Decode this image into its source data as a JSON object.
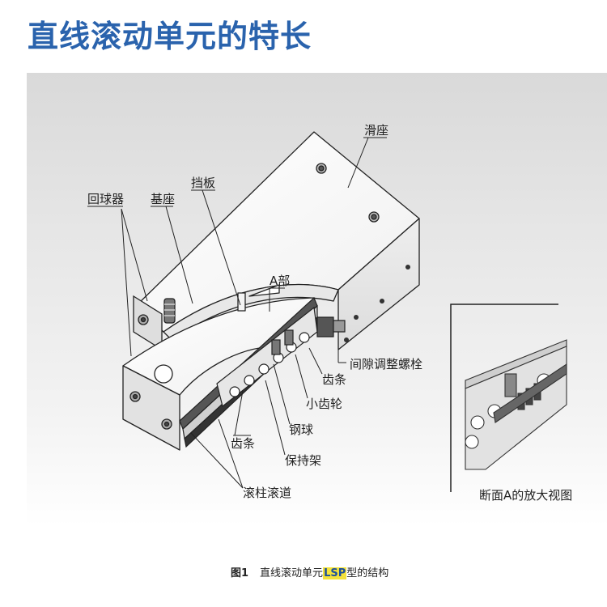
{
  "title": "直线滚动单元的特长",
  "labels": {
    "slider": "滑座",
    "stopper_plate": "挡板",
    "base": "基座",
    "ball_return": "回球器",
    "section_a": "A部",
    "gap_bolt": "间隙调整螺栓",
    "rack_upper": "齿条",
    "pinion": "小齿轮",
    "steel_ball": "钢球",
    "rack_lower": "齿条",
    "retainer": "保持架",
    "roller_track": "滚柱滚道",
    "inset_caption": "断面A的放大视图"
  },
  "caption": {
    "prefix": "图1",
    "before": "直线滚动单元",
    "model": "LSP",
    "after": "型的结构"
  },
  "colors": {
    "title": "#2a63ad",
    "highlight": "#f4e23a"
  }
}
